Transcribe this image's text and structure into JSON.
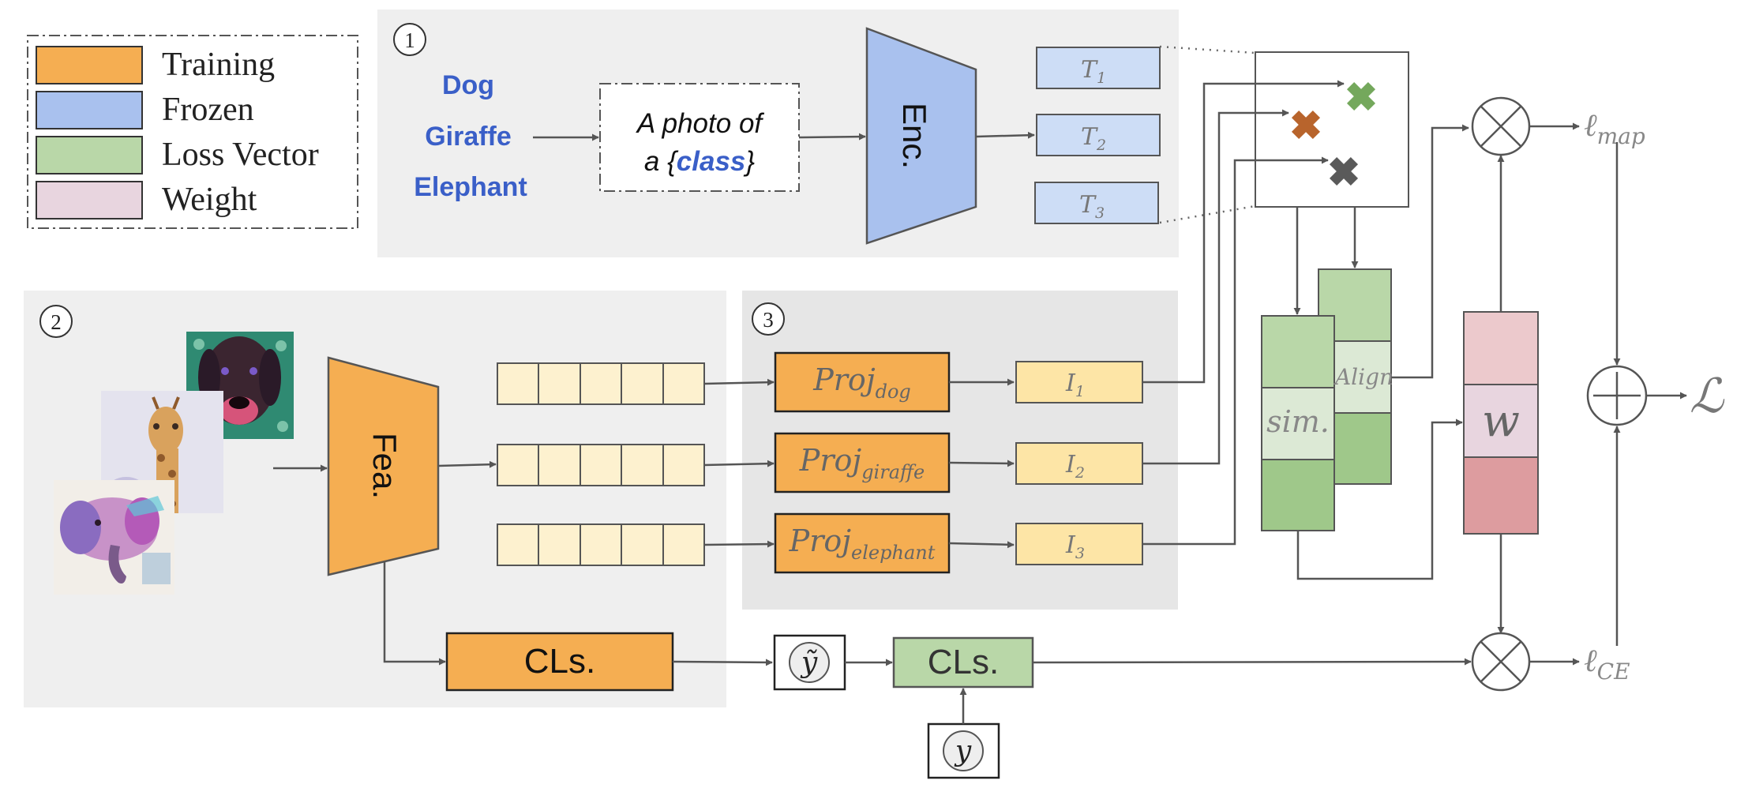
{
  "legend": {
    "items": [
      {
        "label": "Training",
        "color": "#f5ae52"
      },
      {
        "label": "Frozen",
        "color": "#a9c1ee"
      },
      {
        "label": "Loss Vector",
        "color": "#b9d7a8"
      },
      {
        "label": "Weight",
        "color": "#e8d5df"
      }
    ]
  },
  "section1": {
    "badge": "1",
    "classes": [
      "Dog",
      "Giraffe",
      "Elephant"
    ],
    "prompt_line1": "A photo of",
    "prompt_line2_pre": "a {",
    "prompt_line2_class": "class",
    "prompt_line2_post": "}",
    "encoder_label": "Enc.",
    "text_features": [
      {
        "base": "T",
        "sub": "1"
      },
      {
        "base": "T",
        "sub": "2"
      },
      {
        "base": "T",
        "sub": "3"
      }
    ]
  },
  "section2": {
    "badge": "2",
    "feature_extractor_label": "Fea.",
    "classifier_label": "CLs."
  },
  "section3": {
    "badge": "3",
    "projections": [
      {
        "base": "Proj",
        "sub": "dog"
      },
      {
        "base": "Proj",
        "sub": "giraffe"
      },
      {
        "base": "Proj",
        "sub": "elephant"
      }
    ],
    "image_features": [
      {
        "base": "I",
        "sub": "1"
      },
      {
        "base": "I",
        "sub": "2"
      },
      {
        "base": "I",
        "sub": "3"
      }
    ]
  },
  "loss": {
    "sim_label": "sim.",
    "align_label": "Align",
    "weight_label": "w",
    "y_tilde": "ỹ",
    "y": "y",
    "frozen_classifier_label": "CLs.",
    "map_loss": {
      "base": "ℓ",
      "sub": "map"
    },
    "ce_loss": {
      "base": "ℓ",
      "sub": "CE"
    },
    "total_loss": "ℒ",
    "multiply_symbol": "×",
    "plus_symbol": "+"
  },
  "colors": {
    "training": "#f5ae52",
    "frozen": "#a9c1ee",
    "frozen_light": "#cdddf6",
    "loss_vector": "#b9d7a8",
    "weight": "#e8d5df",
    "panel": "#efefef",
    "class_text": "#3a5fc8",
    "feature_cell": "#fdf1cf",
    "image_feature": "#fde5a6"
  }
}
